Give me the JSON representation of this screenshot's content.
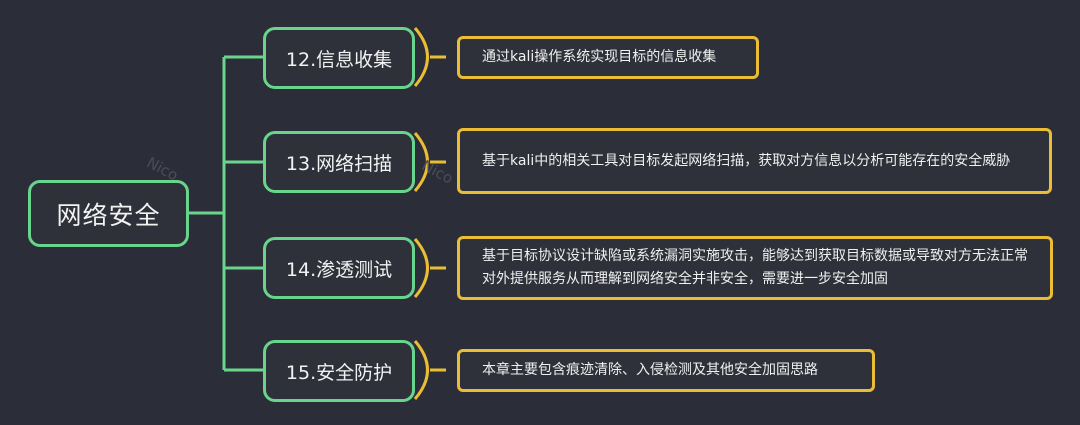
{
  "root": {
    "label": "网络安全"
  },
  "branches": [
    {
      "topic": "12.信息收集",
      "description": "通过kali操作系统实现目标的信息收集"
    },
    {
      "topic": "13.网络扫描",
      "description": "基于kali中的相关工具对目标发起网络扫描，获取对方信息以分析可能存在的安全威胁"
    },
    {
      "topic": "14.渗透测试",
      "description": "基于目标协议设计缺陷或系统漏洞实施攻击，能够达到获取目标数据或导致对方无法正常对外提供服务从而理解到网络安全并非安全，需要进一步安全加固"
    },
    {
      "topic": "15.安全防护",
      "description": "本章主要包含痕迹清除、入侵检测及其他安全加固思路"
    }
  ],
  "watermark": "Nico",
  "colors": {
    "background": "#2b2e38",
    "topic_border": "#69d58c",
    "description_border": "#eabd35",
    "text": "#f0f0f0"
  }
}
